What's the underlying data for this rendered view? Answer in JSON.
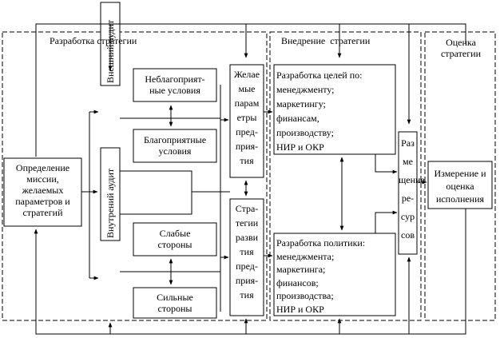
{
  "sections": {
    "strategy_dev": "Разработка стратегии",
    "implementation": "Внедрение  стратегии",
    "evaluation": "Оценка\nстратегии"
  },
  "boxes": {
    "mission": "Определение\nмиссии,\nжелаемых\nпараметров и\nстратегий",
    "external_audit": "Внешний аудит",
    "internal_audit": "Внутрений аудит",
    "unfavorable": "Неблагоприят-\nные условия",
    "favorable": "Благоприятные\nусловия",
    "weak": "Слабые\nстороны",
    "strong": "Сильные\nстороны",
    "desired_params": "Желае\nмые\nпарам\nетры\nпред-\nприя-\nтия",
    "strategies": "Стра-\nтегии\nразви\nтия\nпред-\nприя-\nтия",
    "goals": "Разработка целей по:\nменеджменту;\nмаркетингу;\nфинансам,\nпроизводству;\nНИР и ОКР",
    "policy": "Разработка политики:\nменеджмента;\nмаркетинга;\nфинансов;\nпроизводства;\nНИР и ОКР",
    "resources": "Раз\nме\nщение\nре-\nсур\nсов",
    "measurement": "Измерение и\nоценка\nисполнения"
  }
}
